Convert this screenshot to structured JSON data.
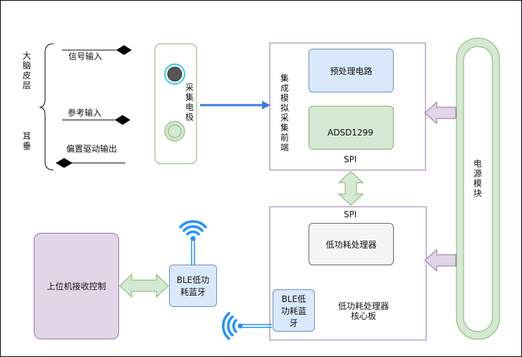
{
  "diagram": {
    "left_labels": {
      "cortex": "大脑皮层",
      "earlobe": "耳垂"
    },
    "electrode_lines": {
      "signal_input": "信号输入",
      "reference_input": "参考输入",
      "bias_drive_output": "偏置驱动输出"
    },
    "electrode_label": "采集电极",
    "frontend": {
      "title": "集成模拟采集前端",
      "preprocess": "预处理电路",
      "adc": "ADSD1299",
      "spi_label": "SPI"
    },
    "processor_board": {
      "spi_label": "SPI",
      "processor": "低功耗处理器",
      "ble": "BLE低功耗蓝牙",
      "board_label": "低功耗处理器核心板"
    },
    "host": {
      "label": "上位机接收控制",
      "ble": "BLE低功耗蓝牙"
    },
    "power": "电源模块",
    "colors": {
      "blue_fill": "#dae8fc",
      "blue_stroke": "#6c8ebf",
      "green_fill": "#d5e8d4",
      "green_stroke": "#82b366",
      "purple_fill": "#e1d5e7",
      "purple_stroke": "#9673a6",
      "gray_fill": "#f5f5f5",
      "arrow_blue": "#3b7de0",
      "wifi_blue": "#1e90ff"
    }
  }
}
